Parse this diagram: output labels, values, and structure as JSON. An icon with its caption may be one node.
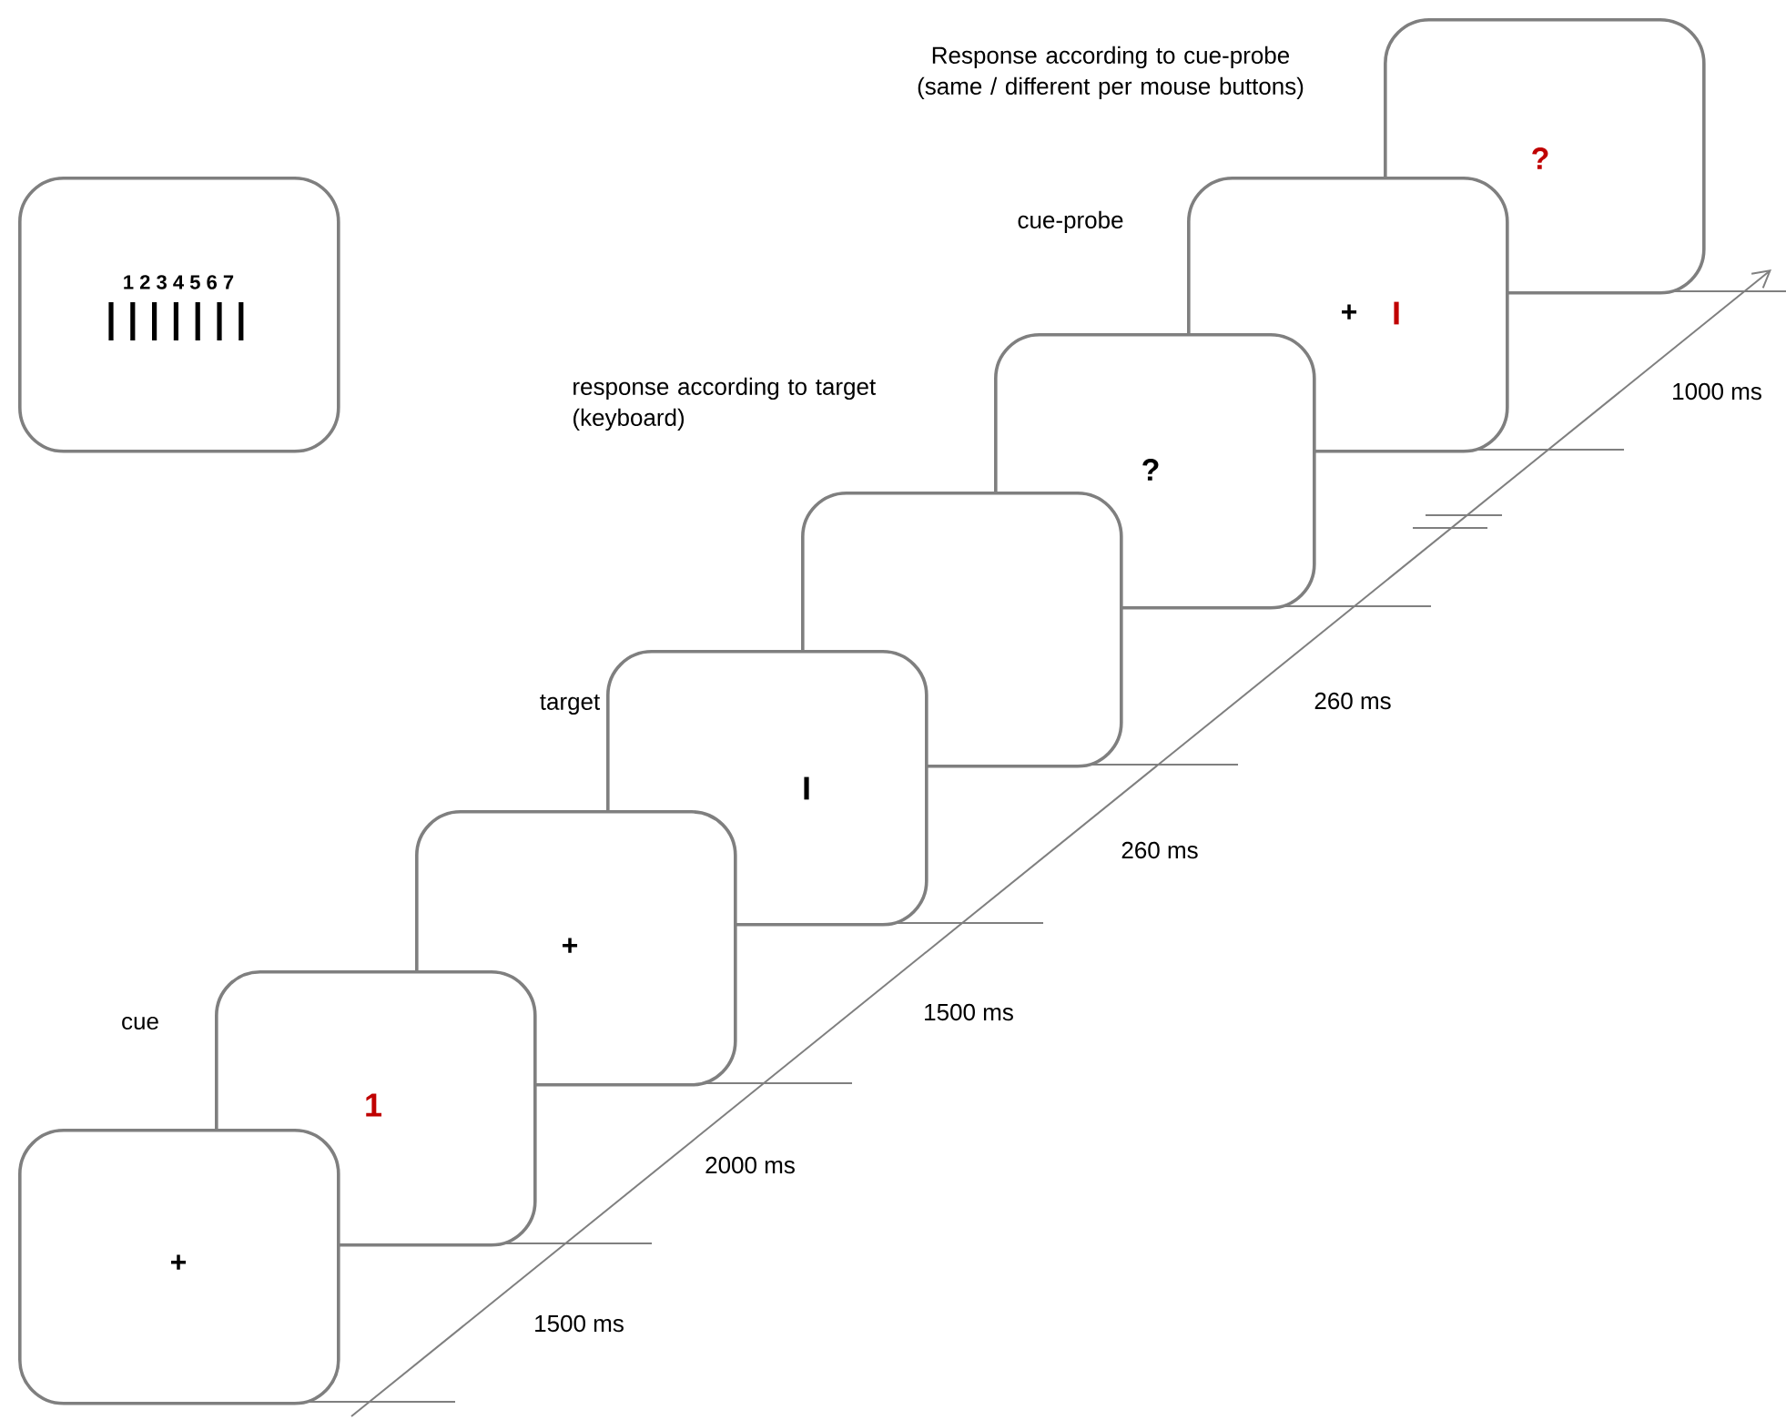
{
  "diagram": {
    "nodes": [
      {
        "text": [
          "1 2 3 4 5 6 7"
        ]
      },
      {
        "text": [
          "+"
        ]
      },
      {
        "text": [
          "1"
        ],
        "beside": [
          "cue"
        ]
      },
      {
        "text": [
          "+"
        ]
      },
      {
        "text": [
          "I"
        ],
        "beside": [
          "target"
        ]
      },
      {
        "text": [],
        "shape": "box"
      },
      {
        "text": [
          "?"
        ]
      },
      {
        "text": [
          "+",
          "I"
        ],
        "beside": [
          "cue-probe"
        ]
      },
      {
        "text": [
          "?"
        ],
        "beside": [
          "Response according to cue-probe (same / different per mouse buttons)"
        ]
      }
    ],
    "labels": [
      "response according to target (keyboard)",
      "1500 ms",
      "2000 ms",
      "1500 ms",
      "260 ms",
      "260 ms",
      "1000 ms"
    ]
  }
}
